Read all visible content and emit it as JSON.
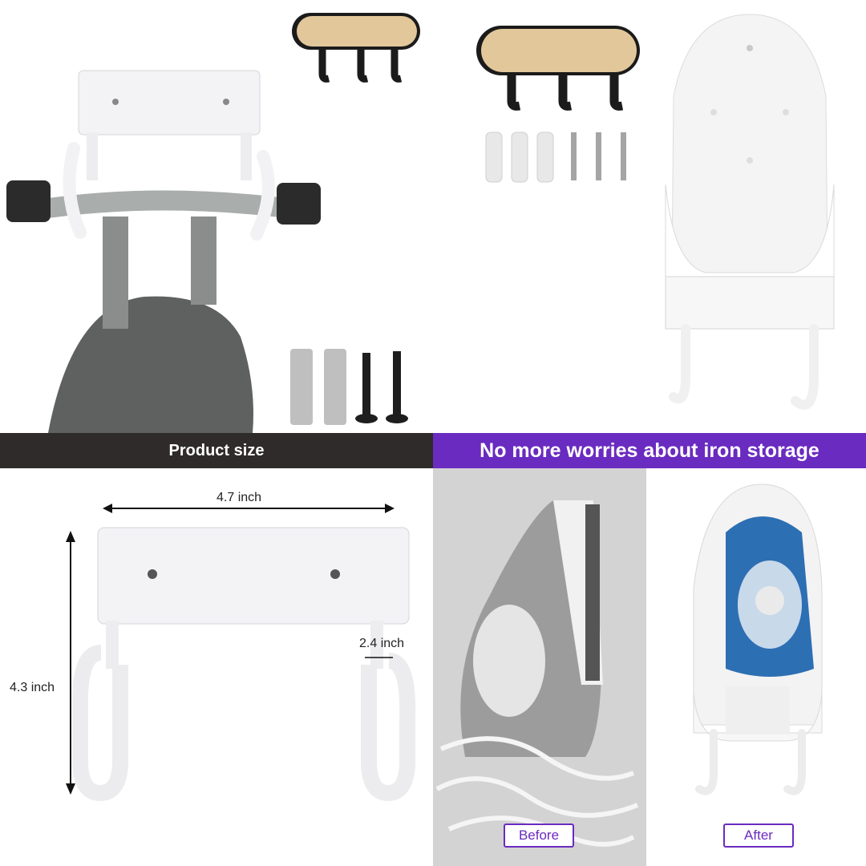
{
  "headers": {
    "product_size": "Product size",
    "storage_tagline": "No more worries about iron storage"
  },
  "dimensions": {
    "width": "4.7 inch",
    "height": "4.3 inch",
    "depth": "2.4 inch"
  },
  "comparison": {
    "before_label": "Before",
    "after_label": "After"
  },
  "colors": {
    "dark_band": "#2f2b2a",
    "accent": "#6a2bc0",
    "panel_gray": "#d9d9d9"
  }
}
